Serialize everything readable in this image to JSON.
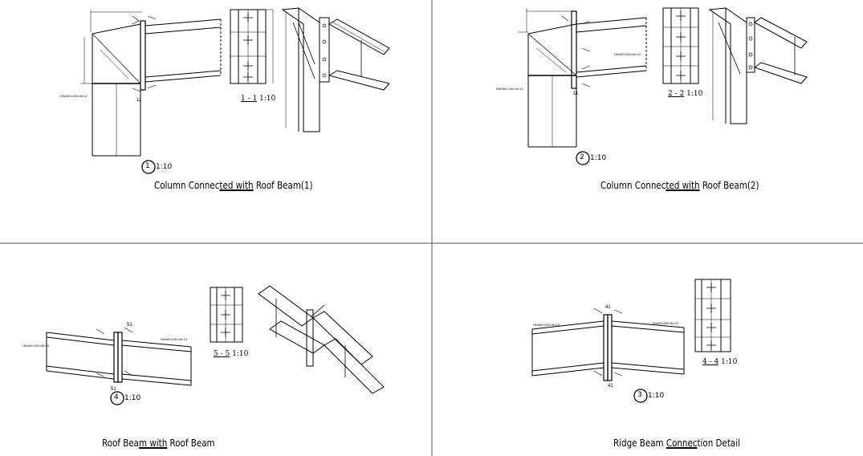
{
  "panels": [
    {
      "id": "p1",
      "title_parts": [
        "Column Connec",
        "ted with",
        " Roof Beam(1)"
      ],
      "detail_number": "1",
      "detail_scale": "1:10",
      "section_label": "1 - 1",
      "section_scale": "1:10"
    },
    {
      "id": "p2",
      "title_parts": [
        "Column Connec",
        "ted with",
        " Roof Beam(2)"
      ],
      "detail_number": "2",
      "detail_scale": "1:10",
      "section_label": "2 - 2",
      "section_scale": "1:10"
    },
    {
      "id": "p3",
      "title_parts": [
        "Roof Bea",
        "m with",
        " Roof Beam"
      ],
      "detail_number": "4",
      "detail_scale": "1:10",
      "section_label": "5 - 5",
      "section_scale": "1:10"
    },
    {
      "id": "p4",
      "title_parts": [
        "Ridge Beam ",
        "Connec",
        "tion Detail"
      ],
      "detail_number": "3",
      "detail_scale": "1:10",
      "section_label": "4 - 4",
      "section_scale": "1:10"
    }
  ],
  "colors": {
    "line": "#000000",
    "grid": "#555555",
    "background": "#ffffff"
  }
}
